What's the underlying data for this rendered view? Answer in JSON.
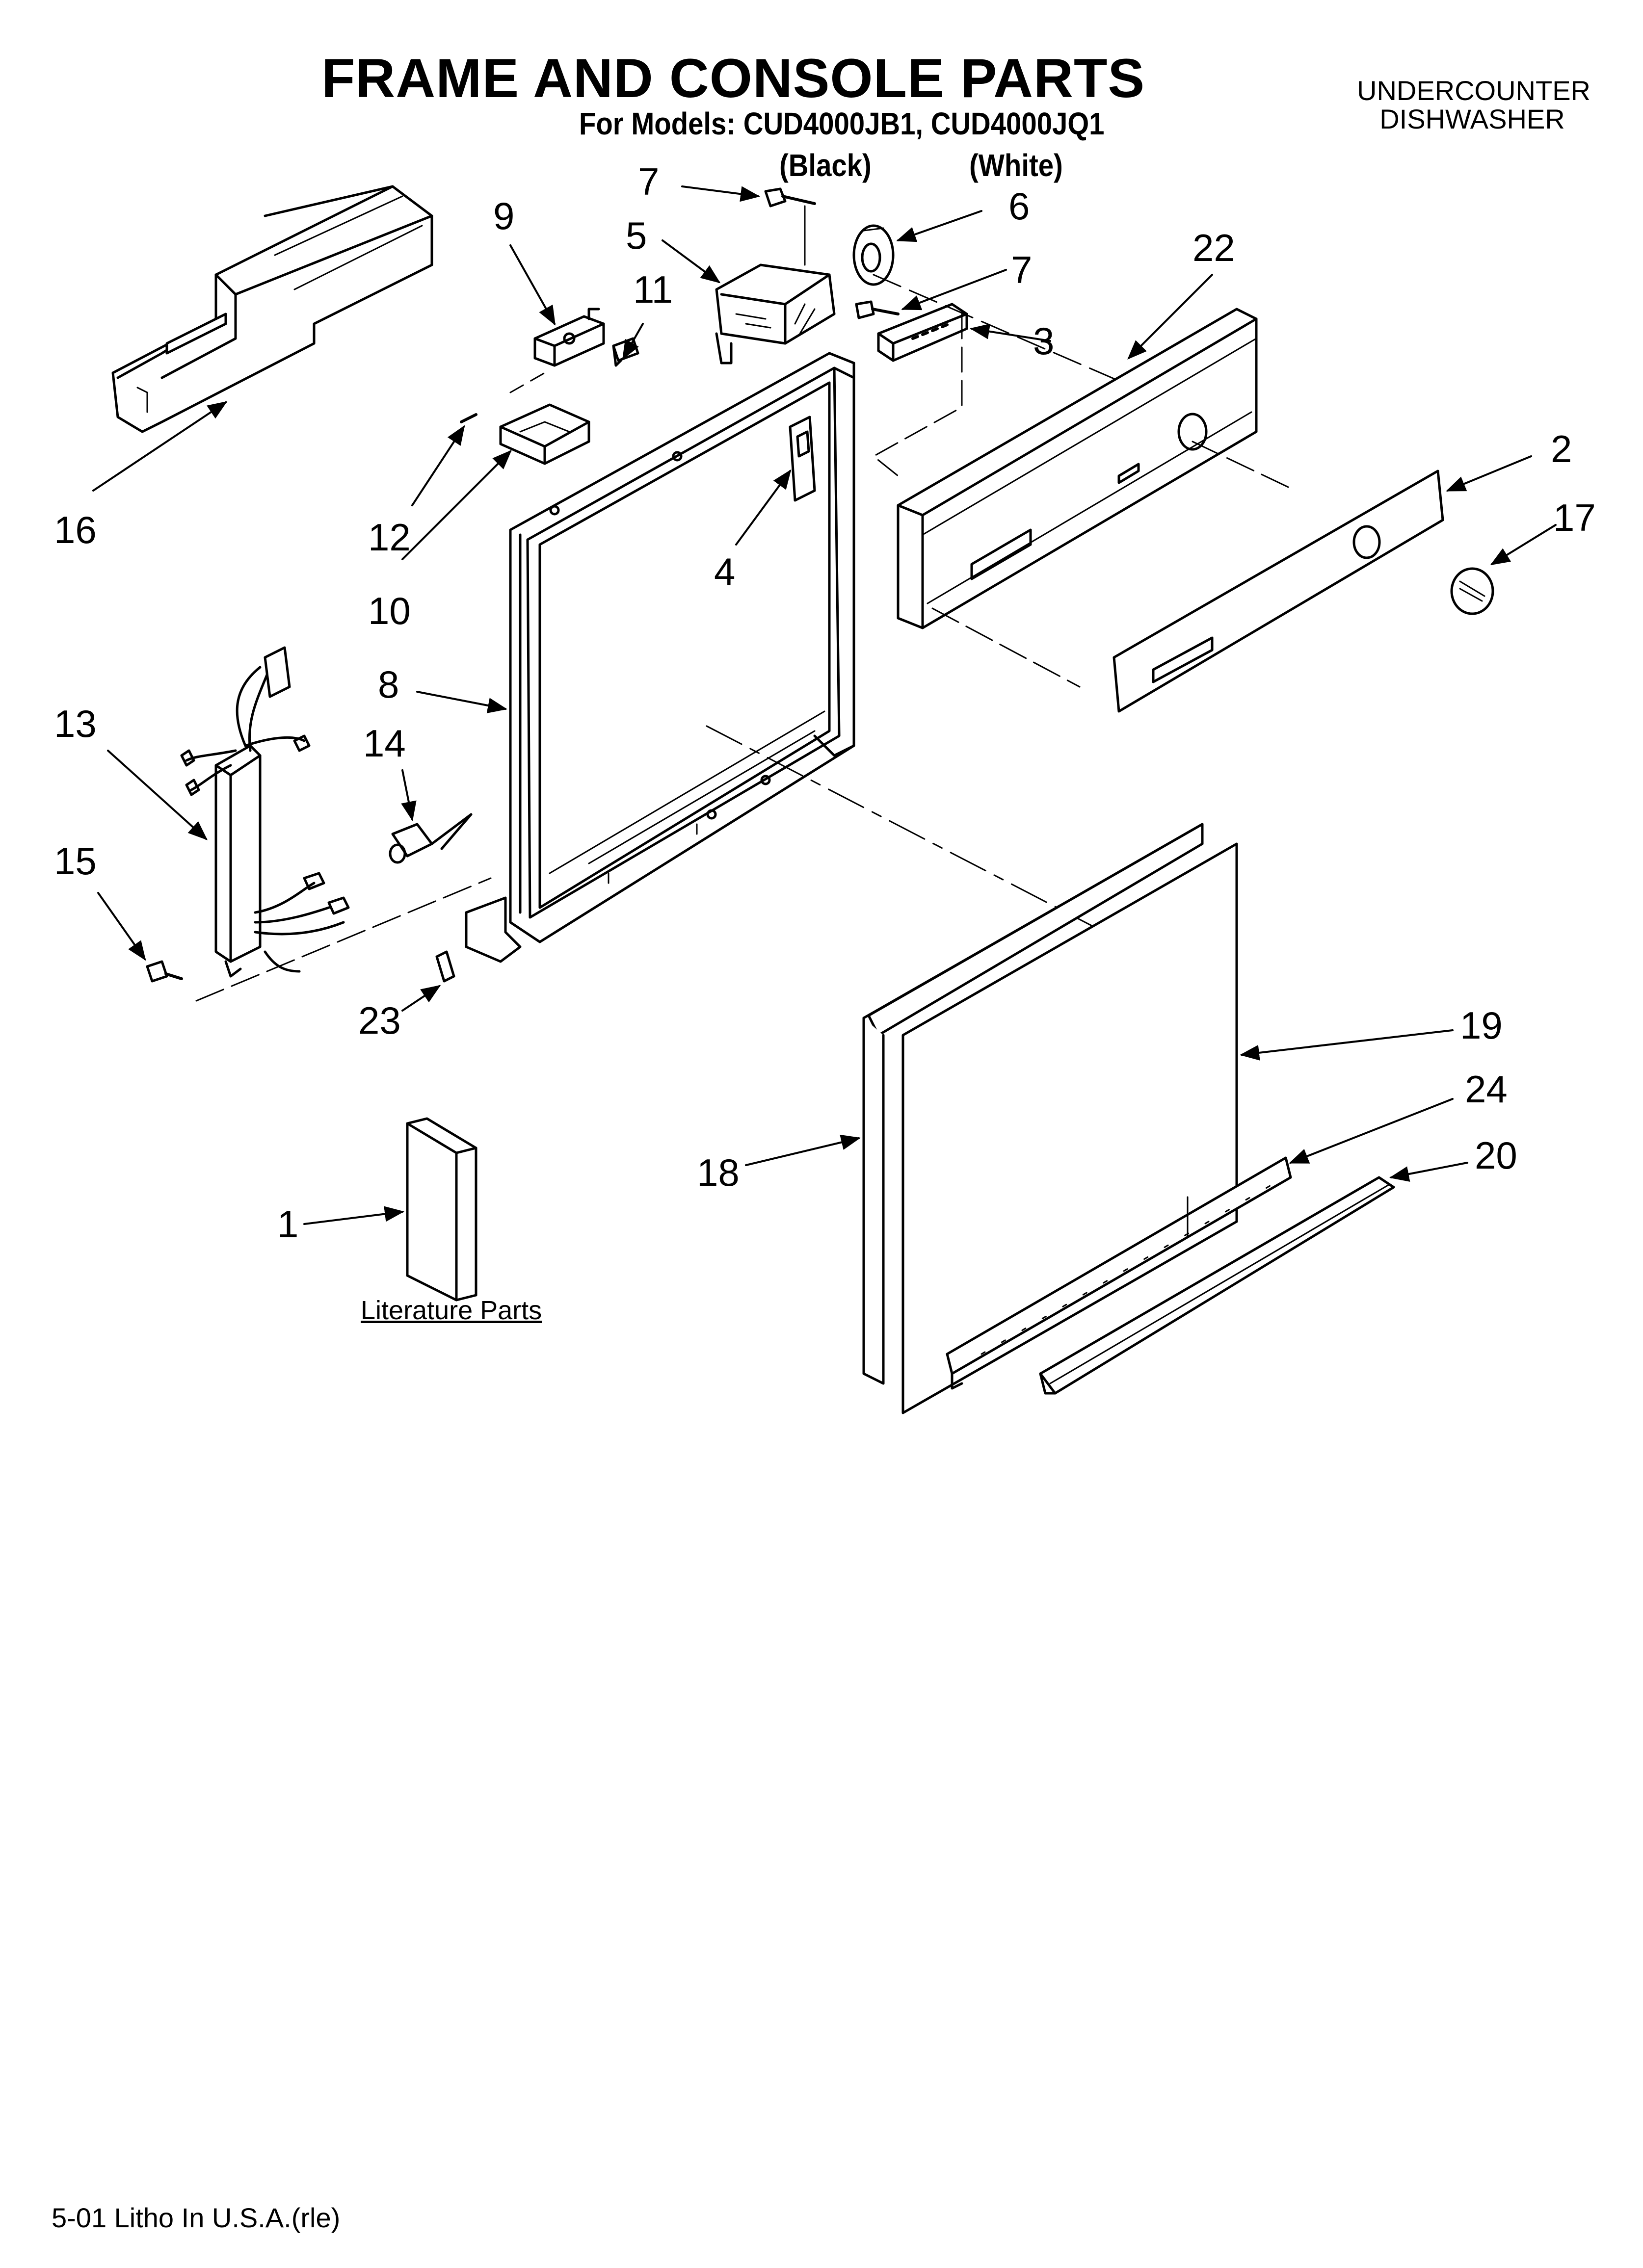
{
  "header": {
    "title": "FRAME AND CONSOLE PARTS",
    "models": "For Models: CUD4000JB1, CUD4000JQ1",
    "variant_black": "(Black)",
    "variant_white": "(White)",
    "category_line1": "UNDERCOUNTER",
    "category_line2": "DISHWASHER"
  },
  "literature_label": "Literature Parts",
  "footer": "5-01 Litho In U.S.A.(rle)",
  "callouts": {
    "c1": "1",
    "c2": "2",
    "c3": "3",
    "c4": "4",
    "c5": "5",
    "c6": "6",
    "c7a": "7",
    "c7b": "7",
    "c8": "8",
    "c9": "9",
    "c10": "10",
    "c11": "11",
    "c12": "12",
    "c13": "13",
    "c14": "14",
    "c15": "15",
    "c16": "16",
    "c17": "17",
    "c18": "18",
    "c19": "19",
    "c20": "20",
    "c22": "22",
    "c23": "23",
    "c24": "24"
  }
}
